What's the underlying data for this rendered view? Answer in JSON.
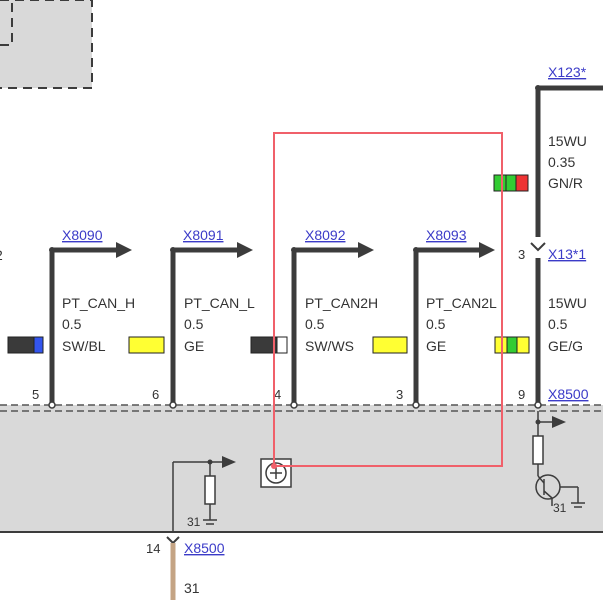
{
  "colors": {
    "wire": "#3c3c3c",
    "module_fill": "#d9d9d9",
    "highlight": "#f0606a",
    "link": "#3b3bc8",
    "ground_wire": "#c4a484"
  },
  "connectors": {
    "x8090": "X8090",
    "x8091": "X8091",
    "x8092": "X8092",
    "x8093": "X8093",
    "x123": "X123*",
    "x13": "X13*1",
    "x8500_right": "X8500",
    "x8500_bottom": "X8500"
  },
  "wires": [
    {
      "name": "PT_CAN_H",
      "gauge": "0.5",
      "color": "SW/BL",
      "pin": "5"
    },
    {
      "name": "PT_CAN_L",
      "gauge": "0.5",
      "color": "GE",
      "pin": "6"
    },
    {
      "name": "PT_CAN2H",
      "gauge": "0.5",
      "color": "SW/WS",
      "pin": "4"
    },
    {
      "name": "PT_CAN2L",
      "gauge": "0.5",
      "color": "GE",
      "pin": "3"
    },
    {
      "name": "15WU",
      "gauge": "0.5",
      "color": "GE/G",
      "pin": "9"
    }
  ],
  "upper_wire": {
    "name": "15WU",
    "gauge": "0.35",
    "color": "GN/R",
    "pin": "3"
  },
  "left_edge_text": "2",
  "ground": {
    "pin_bottom": "14",
    "label_bottom": "31",
    "label_inner_left": "31",
    "label_inner_right": "31"
  }
}
